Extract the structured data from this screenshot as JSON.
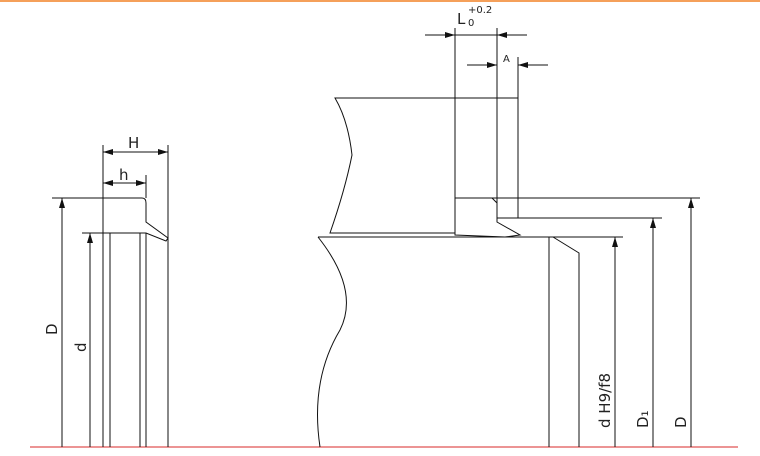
{
  "labels": {
    "H": "H",
    "h": "h",
    "D_left": "D",
    "d_left": "d",
    "L0": "L",
    "L0_sub": "0",
    "L0_tol": "+0.2",
    "A": "A",
    "d_fit": "d H9/f8",
    "D1": "D₁",
    "D_right": "D"
  },
  "colors": {
    "top_rule": "#f5a05a",
    "bottom_rule": "#e05555"
  }
}
